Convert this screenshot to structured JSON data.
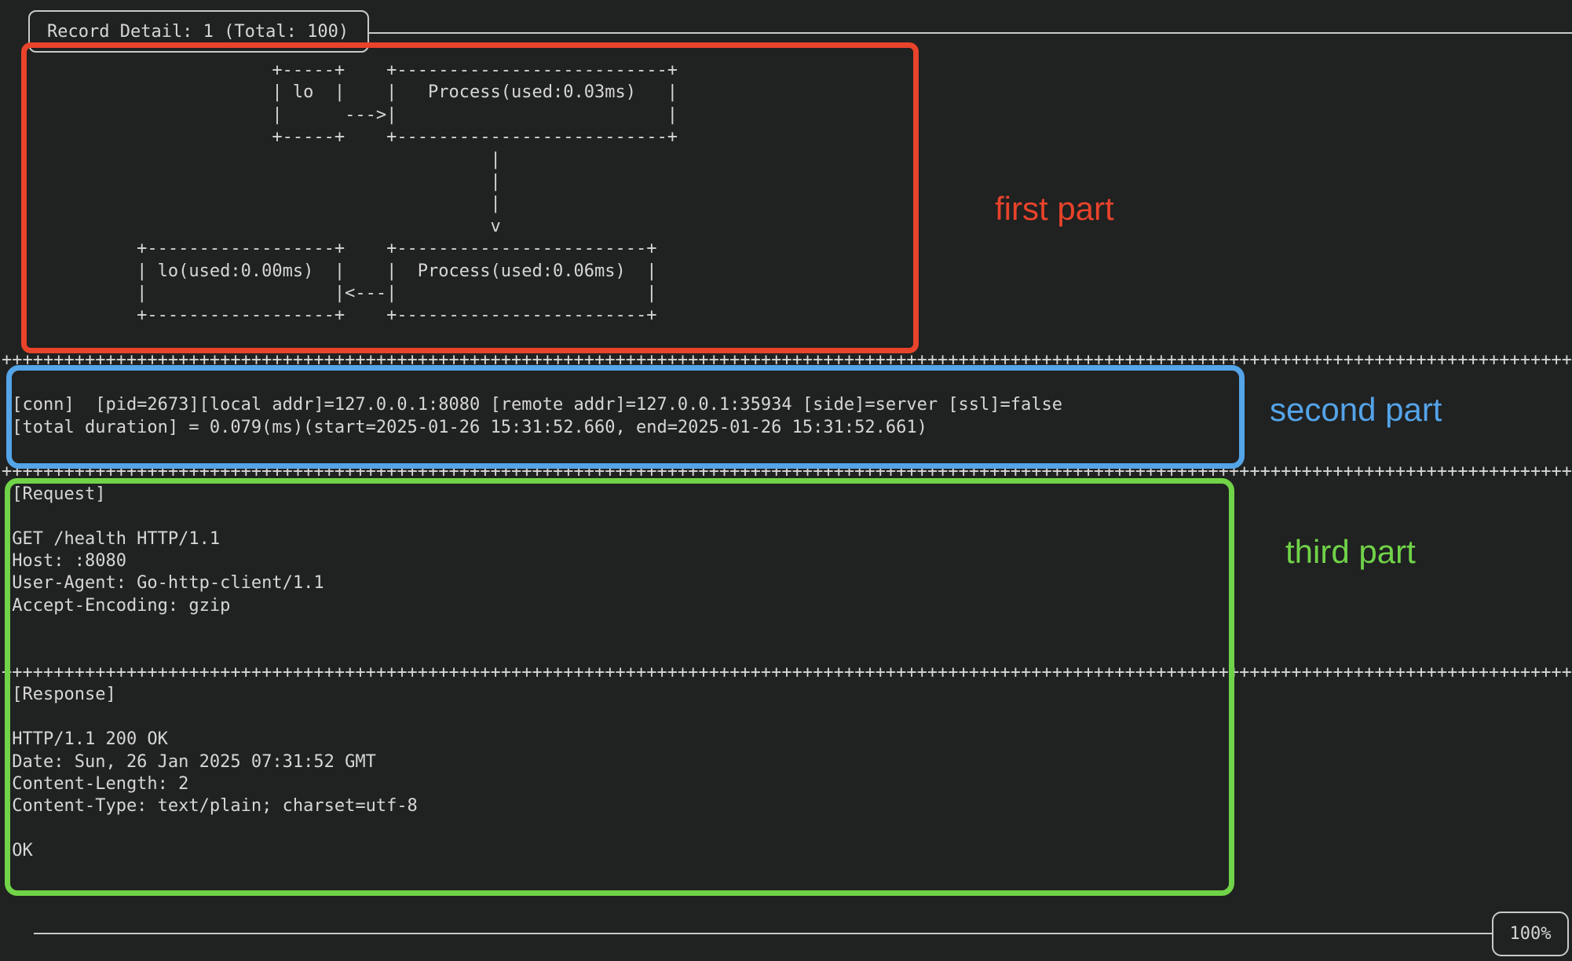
{
  "panel": {
    "title": "Record Detail: 1 (Total: 100)",
    "scroll_percent": "100%"
  },
  "colors": {
    "background": "#202121",
    "terminal_text": "#d6d6d6",
    "chrome_border": "#c9c9c9",
    "annotation_red": "#e8432b",
    "annotation_blue": "#54a4e8",
    "annotation_green": "#70d348"
  },
  "terminal": {
    "lines": [
      "                          +-----+    +--------------------------+",
      "                          | lo  |    |   Process(used:0.03ms)   |",
      "                          |      --->|                          |",
      "                          +-----+    +--------------------------+",
      "                                               |",
      "                                               |",
      "                                               |",
      "                                               v",
      "             +------------------+    +------------------------+",
      "             | lo(used:0.00ms)  |    |  Process(used:0.06ms)  |",
      "             |                  |<---|                        |",
      "             +------------------+    +------------------------+",
      "",
      "++++++++++++++++++++++++++++++++++++++++++++++++++++++++++++++++++++++++++++++++++++++++++++++++++++++++++++++++++++++++++++++++++++++++++++++++++++++++++++++++",
      "",
      " [conn]  [pid=2673][local addr]=127.0.0.1:8080 [remote addr]=127.0.0.1:35934 [side]=server [ssl]=false",
      " [total duration] = 0.079(ms)(start=2025-01-26 15:31:52.660, end=2025-01-26 15:31:52.661)",
      "",
      "++++++++++++++++++++++++++++++++++++++++++++++++++++++++++++++++++++++++++++++++++++++++++++++++++++++++++++++++++++++++++++++++++++++++++++++++++++++++++++++++",
      " [Request]",
      "",
      " GET /health HTTP/1.1",
      " Host: :8080",
      " User-Agent: Go-http-client/1.1",
      " Accept-Encoding: gzip",
      "",
      "",
      "++++++++++++++++++++++++++++++++++++++++++++++++++++++++++++++++++++++++++++++++++++++++++++++++++++++++++++++++++++++++++++++++++++++++++++++++++++++++++++++++",
      " [Response]",
      "",
      " HTTP/1.1 200 OK",
      " Date: Sun, 26 Jan 2025 07:31:52 GMT",
      " Content-Length: 2",
      " Content-Type: text/plain; charset=utf-8",
      "",
      " OK"
    ]
  },
  "annotations": [
    {
      "id": "first-part",
      "label": "first part",
      "color": "#e8432b"
    },
    {
      "id": "second-part",
      "label": "second part",
      "color": "#54a4e8"
    },
    {
      "id": "third-part",
      "label": "third part",
      "color": "#70d348"
    }
  ]
}
